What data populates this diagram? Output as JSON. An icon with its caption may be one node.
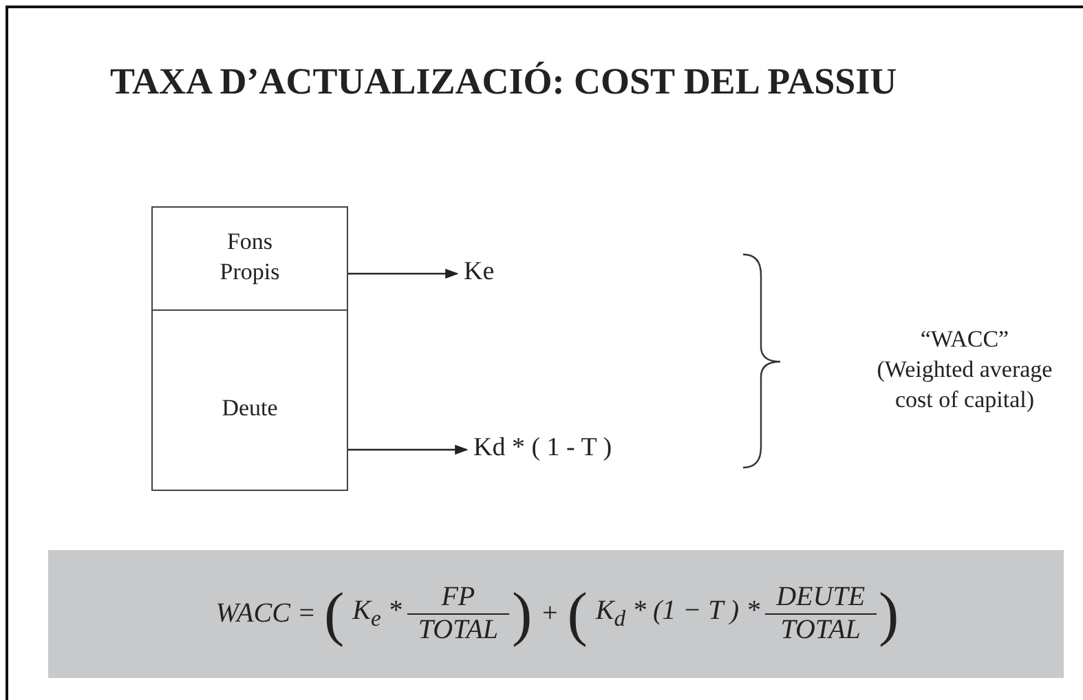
{
  "diagram": {
    "title": "TAXA D’ACTUALIZACIÓ: COST DEL PASSIU",
    "nodes": [
      {
        "text": [
          "Fons Propis"
        ]
      },
      {
        "text": [
          "Deute"
        ]
      },
      {
        "text": [
          "Ke"
        ]
      },
      {
        "text": [
          "Kd * ( 1 - T )"
        ]
      },
      {
        "text": [
          "“WACC”",
          "(Weighted average cost of capital)"
        ]
      },
      {
        "text": [
          "WACC =",
          "(",
          "K$_{e}$ *",
          "FP",
          "TOTAL",
          ")",
          "+",
          "(",
          "K$_{d}$ * (1 − T ) *",
          "DEUTE",
          "TOTAL",
          ")"
        ]
      }
    ],
    "edges": [
      {
        "from": 0,
        "to": 2,
        "arrow": "to"
      },
      {
        "from": 1,
        "to": 3,
        "arrow": "to"
      }
    ]
  }
}
